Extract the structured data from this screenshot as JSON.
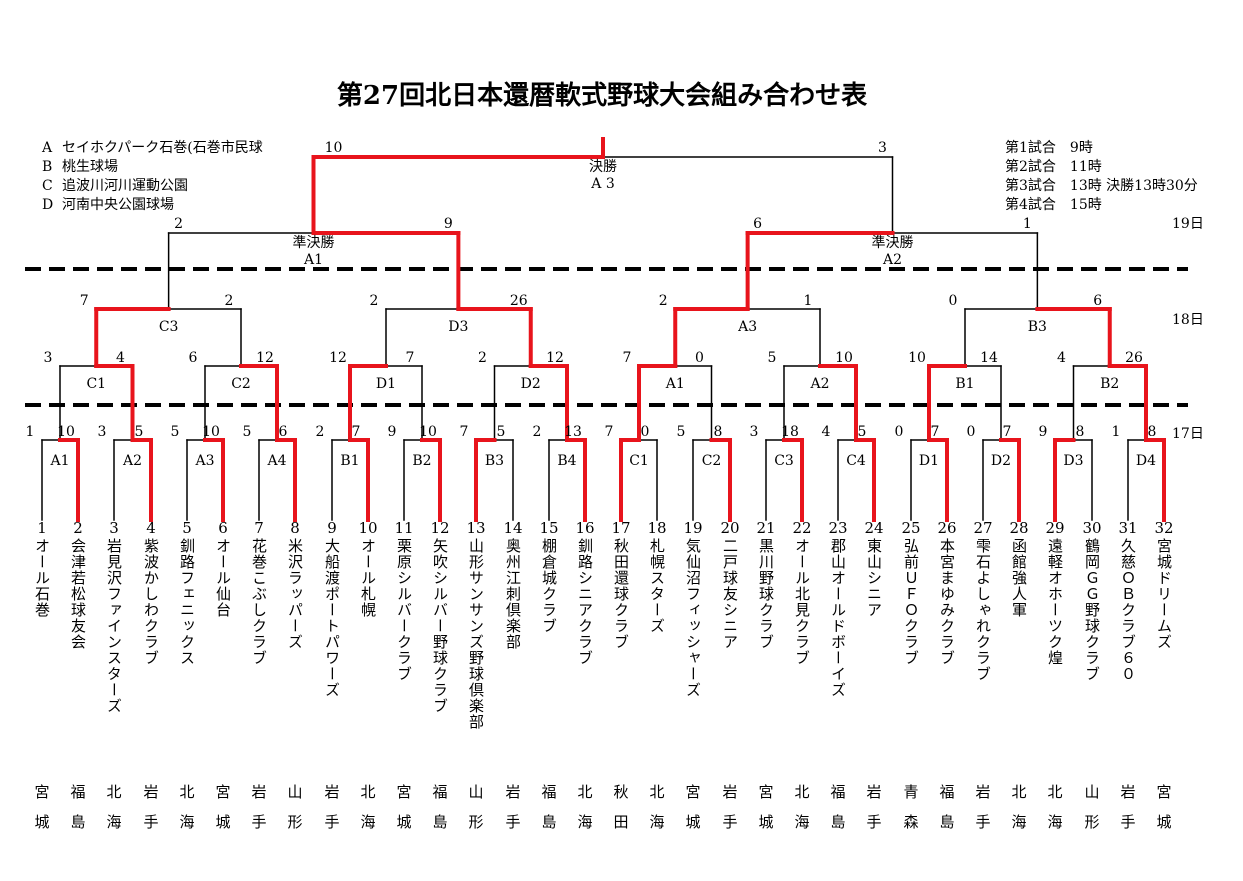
{
  "title": "第27回北日本還暦軟式野球大会組み合わせ表",
  "venues": [
    {
      "code": "A",
      "name": "セイホクパーク石巻(石巻市民球"
    },
    {
      "code": "B",
      "name": "桃生球場"
    },
    {
      "code": "C",
      "name": "追波川河川運動公園"
    },
    {
      "code": "D",
      "name": "河南中央公園球場"
    }
  ],
  "schedule": [
    "第1試合　9時",
    "第2試合　11時",
    "第3試合　13時 決勝13時30分",
    "第4試合　15時"
  ],
  "days": {
    "d19": "19日",
    "d18": "18日",
    "d17": "17日"
  },
  "colors": {
    "winner": "#e8141c",
    "line": "#000000"
  },
  "teams": [
    {
      "num": "1",
      "name": "オール石巻",
      "pref": "宮城"
    },
    {
      "num": "2",
      "name": "会津若松球友会",
      "pref": "福島"
    },
    {
      "num": "3",
      "name": "岩見沢ファインスターズ",
      "pref": "北海"
    },
    {
      "num": "4",
      "name": "紫波かしわクラブ",
      "pref": "岩手"
    },
    {
      "num": "5",
      "name": "釧路フェニックス",
      "pref": "北海"
    },
    {
      "num": "6",
      "name": "オール仙台",
      "pref": "宮城"
    },
    {
      "num": "7",
      "name": "花巻こぶしクラブ",
      "pref": "岩手"
    },
    {
      "num": "8",
      "name": "米沢ラッパーズ",
      "pref": "山形"
    },
    {
      "num": "9",
      "name": "大船渡ポートパワーズ",
      "pref": "岩手"
    },
    {
      "num": "10",
      "name": "オール札幌",
      "pref": "北海"
    },
    {
      "num": "11",
      "name": "栗原シルバークラブ",
      "pref": "宮城"
    },
    {
      "num": "12",
      "name": "矢吹シルバー野球クラブ",
      "pref": "福島"
    },
    {
      "num": "13",
      "name": "山形サンサンズ野球倶楽部",
      "pref": "山形"
    },
    {
      "num": "14",
      "name": "奥州江刺倶楽部",
      "pref": "岩手"
    },
    {
      "num": "15",
      "name": "棚倉城クラブ",
      "pref": "福島"
    },
    {
      "num": "16",
      "name": "釧路シニアクラブ",
      "pref": "北海"
    },
    {
      "num": "17",
      "name": "秋田還球クラブ",
      "pref": "秋田"
    },
    {
      "num": "18",
      "name": "札幌スターズ",
      "pref": "北海"
    },
    {
      "num": "19",
      "name": "気仙沼フィッシャーズ",
      "pref": "宮城"
    },
    {
      "num": "20",
      "name": "二戸球友シニア",
      "pref": "岩手"
    },
    {
      "num": "21",
      "name": "黒川野球クラブ",
      "pref": "宮城"
    },
    {
      "num": "22",
      "name": "オール北見クラブ",
      "pref": "北海"
    },
    {
      "num": "23",
      "name": "郡山オールドボーイズ",
      "pref": "福島"
    },
    {
      "num": "24",
      "name": "東山シニア",
      "pref": "岩手"
    },
    {
      "num": "25",
      "name": "弘前ＵＦＯクラブ",
      "pref": "青森"
    },
    {
      "num": "26",
      "name": "本宮まゆみクラブ",
      "pref": "福島"
    },
    {
      "num": "27",
      "name": "雫石よしゃれクラブ",
      "pref": "岩手"
    },
    {
      "num": "28",
      "name": "函館強人軍",
      "pref": "北海"
    },
    {
      "num": "29",
      "name": "遠軽オホーツク煌",
      "pref": "北海"
    },
    {
      "num": "30",
      "name": "鶴岡ＧＧ野球クラブ",
      "pref": "山形"
    },
    {
      "num": "31",
      "name": "久慈ＯＢクラブ６０",
      "pref": "岩手"
    },
    {
      "num": "32",
      "name": "宮城ドリームズ",
      "pref": "宮城"
    }
  ],
  "round1": [
    {
      "label": "A1",
      "scores": [
        "1",
        "10"
      ],
      "winner": 1
    },
    {
      "label": "A2",
      "scores": [
        "3",
        "5"
      ],
      "winner": 1
    },
    {
      "label": "A3",
      "scores": [
        "5",
        "10"
      ],
      "winner": 1
    },
    {
      "label": "A4",
      "scores": [
        "5",
        "6"
      ],
      "winner": 1
    },
    {
      "label": "B1",
      "scores": [
        "2",
        "7"
      ],
      "winner": 1
    },
    {
      "label": "B2",
      "scores": [
        "9",
        "10"
      ],
      "winner": 1
    },
    {
      "label": "B3",
      "scores": [
        "7",
        "5"
      ],
      "winner": 0
    },
    {
      "label": "B4",
      "scores": [
        "2",
        "13"
      ],
      "winner": 1
    },
    {
      "label": "C1",
      "scores": [
        "7",
        "0"
      ],
      "winner": 0
    },
    {
      "label": "C2",
      "scores": [
        "5",
        "8"
      ],
      "winner": 1
    },
    {
      "label": "C3",
      "scores": [
        "3",
        "18"
      ],
      "winner": 1
    },
    {
      "label": "C4",
      "scores": [
        "4",
        "5"
      ],
      "winner": 1
    },
    {
      "label": "D1",
      "scores": [
        "0",
        "7"
      ],
      "winner": 1
    },
    {
      "label": "D2",
      "scores": [
        "0",
        "7"
      ],
      "winner": 1
    },
    {
      "label": "D3",
      "scores": [
        "9",
        "8"
      ],
      "winner": 0
    },
    {
      "label": "D4",
      "scores": [
        "1",
        "8"
      ],
      "winner": 1
    }
  ],
  "round2": [
    {
      "label": "C1",
      "scores": [
        "3",
        "4"
      ],
      "winner": 1
    },
    {
      "label": "C2",
      "scores": [
        "6",
        "12"
      ],
      "winner": 1
    },
    {
      "label": "D1",
      "scores": [
        "12",
        "7"
      ],
      "winner": 0
    },
    {
      "label": "D2",
      "scores": [
        "2",
        "12"
      ],
      "winner": 1
    },
    {
      "label": "A1",
      "scores": [
        "7",
        "0"
      ],
      "winner": 0
    },
    {
      "label": "A2",
      "scores": [
        "5",
        "10"
      ],
      "winner": 1
    },
    {
      "label": "B1",
      "scores": [
        "10",
        "14"
      ],
      "winner": 0
    },
    {
      "label": "B2",
      "scores": [
        "4",
        "26"
      ],
      "winner": 1
    }
  ],
  "round3": [
    {
      "label": "C3",
      "scores": [
        "7",
        "2"
      ],
      "winner": 0
    },
    {
      "label": "D3",
      "scores": [
        "2",
        "26"
      ],
      "winner": 1
    },
    {
      "label": "A3",
      "scores": [
        "2",
        "1"
      ],
      "winner": 0
    },
    {
      "label": "B3",
      "scores": [
        "0",
        "6"
      ],
      "winner": 1
    }
  ],
  "semis": [
    {
      "label": "準決勝",
      "venue": "A1",
      "scores": [
        "2",
        "9"
      ],
      "winner": 1
    },
    {
      "label": "準決勝",
      "venue": "A2",
      "scores": [
        "6",
        "1"
      ],
      "winner": 0
    }
  ],
  "final": {
    "label": "決勝",
    "venue": "A 3",
    "scores": [
      "10",
      "3"
    ],
    "winner": 0
  }
}
